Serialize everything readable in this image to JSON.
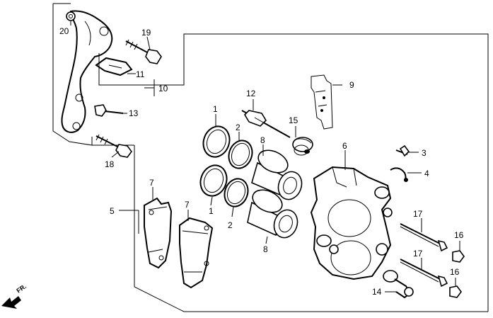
{
  "labels": {
    "n1a": "1",
    "n1b": "1",
    "n2a": "2",
    "n2b": "2",
    "n3": "3",
    "n4": "4",
    "n5": "5",
    "n6": "6",
    "n7a": "7",
    "n7b": "7",
    "n8a": "8",
    "n8b": "8",
    "n9": "9",
    "n10": "10",
    "n11": "11",
    "n12": "12",
    "n13": "13",
    "n14": "14",
    "n15": "15",
    "n16a": "16",
    "n16b": "16",
    "n17a": "17",
    "n17b": "17",
    "n18": "18",
    "n19": "19",
    "n20": "20"
  },
  "direction": {
    "label": "FR."
  },
  "icons": {
    "front_arrow": "arrow-down-left-icon"
  }
}
